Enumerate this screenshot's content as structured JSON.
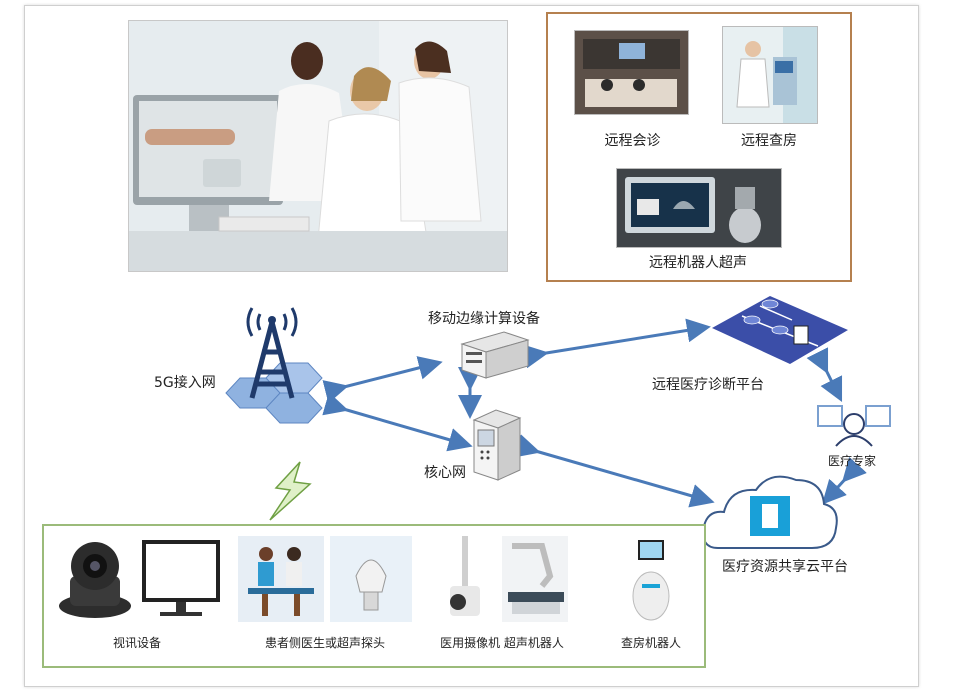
{
  "services": {
    "consult": "远程会诊",
    "rounds": "远程查房",
    "robot_ultrasound": "远程机器人超声"
  },
  "network": {
    "access": "5G接入网",
    "edge": "移动边缘计算设备",
    "core": "核心网",
    "platform": "远程医疗诊断平台",
    "expert": "医疗专家",
    "cloud": "医疗资源共享云平台"
  },
  "devices": {
    "video": "视讯设备",
    "doctor_probe": "患者侧医生或超声探头",
    "camera": "医用摄像机",
    "ultrasound_robot": "超声机器人",
    "rounds_robot": "查房机器人"
  },
  "colors": {
    "arrow": "#4a7ab8",
    "tower": "#1f3a6b",
    "hex": "#8fb2e0",
    "platform": "#3b4ea8",
    "services_border": "#b5804f",
    "devices_border": "#9bbb7a"
  }
}
